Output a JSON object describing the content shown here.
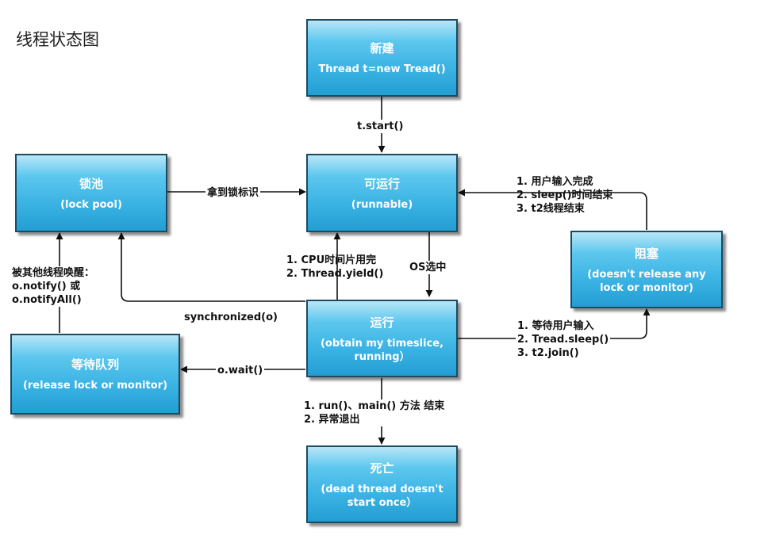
{
  "title": "线程状态图",
  "nodes": {
    "new": {
      "title": "新建",
      "subtitle": "Thread t=new Tread()"
    },
    "runnable": {
      "title": "可运行",
      "subtitle": "(runnable)"
    },
    "lock_pool": {
      "title": "锁池",
      "subtitle": "(lock pool)"
    },
    "running": {
      "title": "运行",
      "subtitle": "(obtain my timeslice, running）"
    },
    "blocked": {
      "title": "阻塞",
      "subtitle": "(doesn't release any lock or monitor)"
    },
    "wait_queue": {
      "title": "等待队列",
      "subtitle": "(release lock or monitor)"
    },
    "dead": {
      "title": "死亡",
      "subtitle": "(dead thread doesn't start once）"
    }
  },
  "edges": {
    "start": "t.start()",
    "get_lock": "拿到锁标识",
    "unblock": [
      "1. 用户输入完成",
      "2. sleep()时间结束",
      "3. t2线程结束"
    ],
    "os_select": "OS选中",
    "yield": [
      "1. CPU时间片用完",
      "2. Thread.yield()"
    ],
    "synchronized": "synchronized(o)",
    "notify": [
      "被其他线程唤醒：",
      "o.notify() 或",
      "o.notifyAll()"
    ],
    "wait": "o.wait()",
    "block": [
      "1. 等待用户输入",
      "2. Tread.sleep()",
      "3. t2.join()"
    ],
    "finish": [
      "1. run()、main() 方法 结束",
      "2. 异常退出"
    ]
  }
}
